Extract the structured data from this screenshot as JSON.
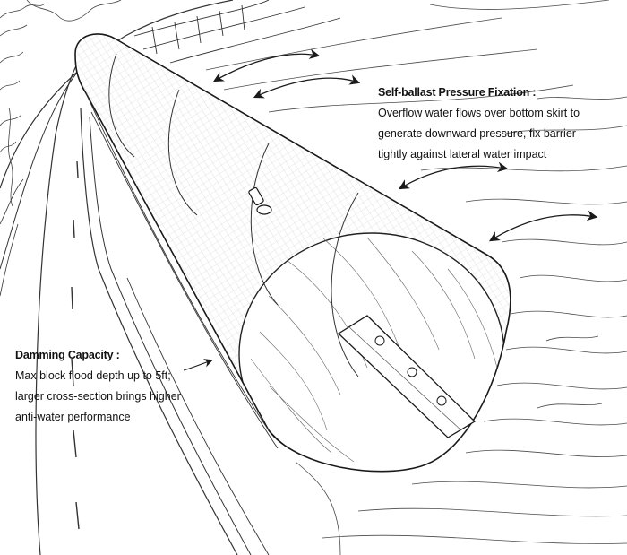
{
  "callouts": {
    "ballast": {
      "title": "Self-ballast Pressure Fixation :",
      "lines": [
        "Overflow water flows over bottom skirt to",
        "generate downward pressure, fix barrier",
        "tightly against lateral water impact"
      ]
    },
    "damming": {
      "title": "Damming Capacity :",
      "lines": [
        "Max block flood depth up to 5ft;",
        "larger cross-section brings higher",
        "anti-water performance"
      ]
    }
  },
  "colors": {
    "ink": "#1a1a1a",
    "paper": "#ffffff"
  },
  "icons": [
    "double-arrow-icon",
    "valve-icon",
    "bolt-icon"
  ]
}
